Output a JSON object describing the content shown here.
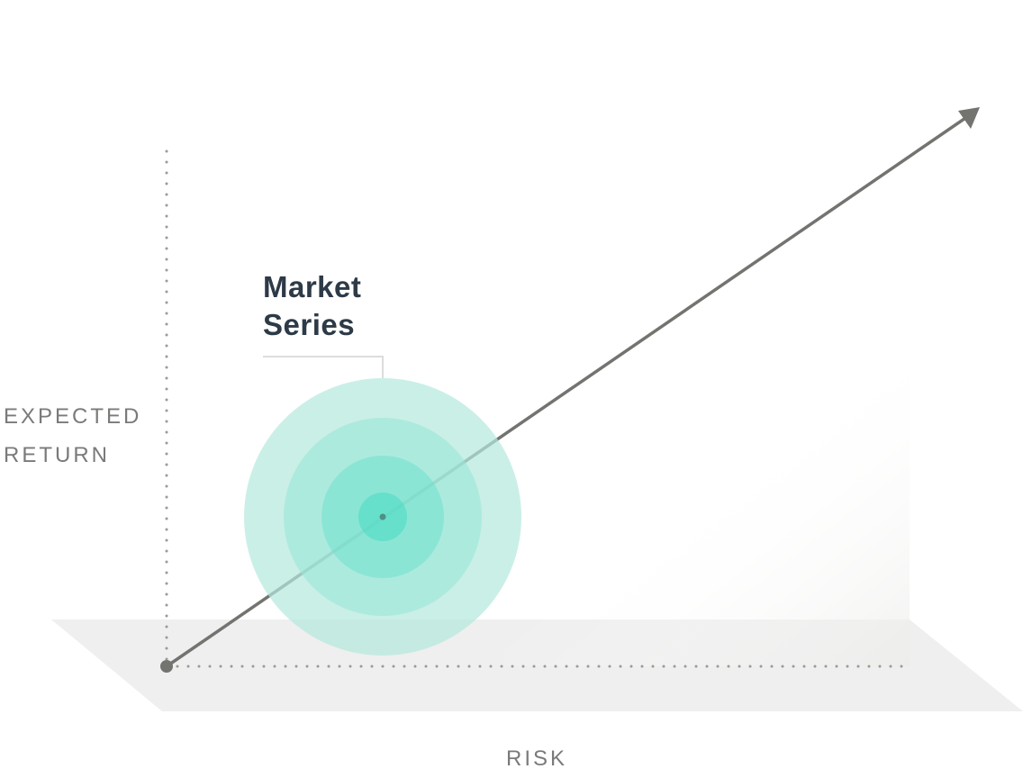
{
  "series_label": {
    "line1": "Market",
    "line2": "Series"
  },
  "axes": {
    "y_label": {
      "line1": "EXPECTED",
      "line2": "RETURN"
    },
    "x_label": "RISK"
  },
  "colors": {
    "ring_outer": "#cbede6",
    "ring_2": "#ace8dd",
    "ring_3": "#86e4d4",
    "ring_core": "#5fdfc8",
    "arrow": "#737370",
    "floor": "#efefef",
    "dotted_axis": "#9a9a98",
    "title": "#2d3a47"
  },
  "icons": {
    "arrow": "arrow-head-icon"
  }
}
